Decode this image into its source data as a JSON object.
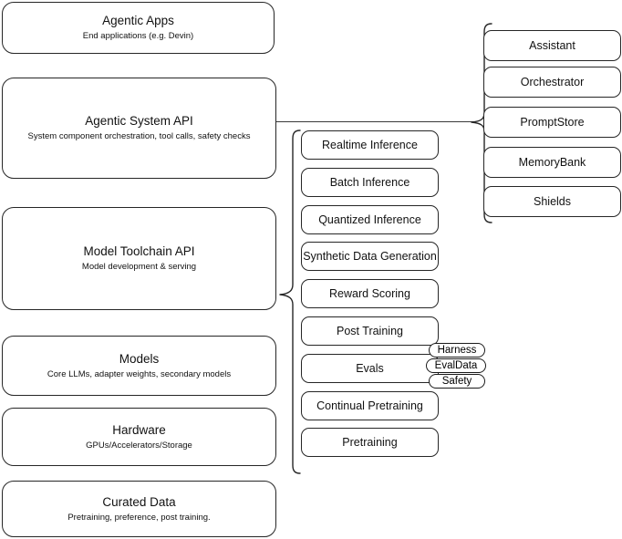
{
  "diagram": {
    "title": "AI stack layered architecture diagram",
    "stroke_color": "#262626",
    "background_color": "#ffffff"
  },
  "left_stack": {
    "name": "platform-layers",
    "layers": [
      {
        "id": "agentic-apps",
        "title": "Agentic Apps",
        "subtitle": "End applications (e.g. Devin)"
      },
      {
        "id": "agentic-system-api",
        "title": "Agentic System API",
        "subtitle": "System component orchestration, tool calls, safety checks"
      },
      {
        "id": "model-toolchain-api",
        "title": "Model Toolchain API",
        "subtitle": "Model development & serving"
      },
      {
        "id": "models",
        "title": "Models",
        "subtitle": "Core LLMs, adapter weights, secondary models"
      },
      {
        "id": "hardware",
        "title": "Hardware",
        "subtitle": "GPUs/Accelerators/Storage"
      },
      {
        "id": "curated-data",
        "title": "Curated Data",
        "subtitle": "Pretraining, preference, post training."
      }
    ]
  },
  "middle_column": {
    "name": "model-toolchain-capabilities",
    "items": [
      {
        "id": "realtime-inference",
        "label": "Realtime Inference"
      },
      {
        "id": "batch-inference",
        "label": "Batch Inference"
      },
      {
        "id": "quantized-inference",
        "label": "Quantized Inference"
      },
      {
        "id": "synthetic-data-generation",
        "label": "Synthetic Data Generation"
      },
      {
        "id": "reward-scoring",
        "label": "Reward Scoring"
      },
      {
        "id": "post-training",
        "label": "Post Training"
      },
      {
        "id": "evals",
        "label": "Evals"
      },
      {
        "id": "continual-pretraining",
        "label": "Continual Pretraining"
      },
      {
        "id": "pretraining",
        "label": "Pretraining"
      }
    ]
  },
  "eval_badges": {
    "name": "evals-subcomponents",
    "items": [
      {
        "id": "harness",
        "label": "Harness"
      },
      {
        "id": "evaldata",
        "label": "EvalData"
      },
      {
        "id": "safety",
        "label": "Safety"
      }
    ]
  },
  "right_column": {
    "name": "agentic-system-components",
    "items": [
      {
        "id": "assistant",
        "label": "Assistant"
      },
      {
        "id": "orchestrator",
        "label": "Orchestrator"
      },
      {
        "id": "promptstore",
        "label": "PromptStore"
      },
      {
        "id": "memorybank",
        "label": "MemoryBank"
      },
      {
        "id": "shields",
        "label": "Shields"
      }
    ]
  }
}
